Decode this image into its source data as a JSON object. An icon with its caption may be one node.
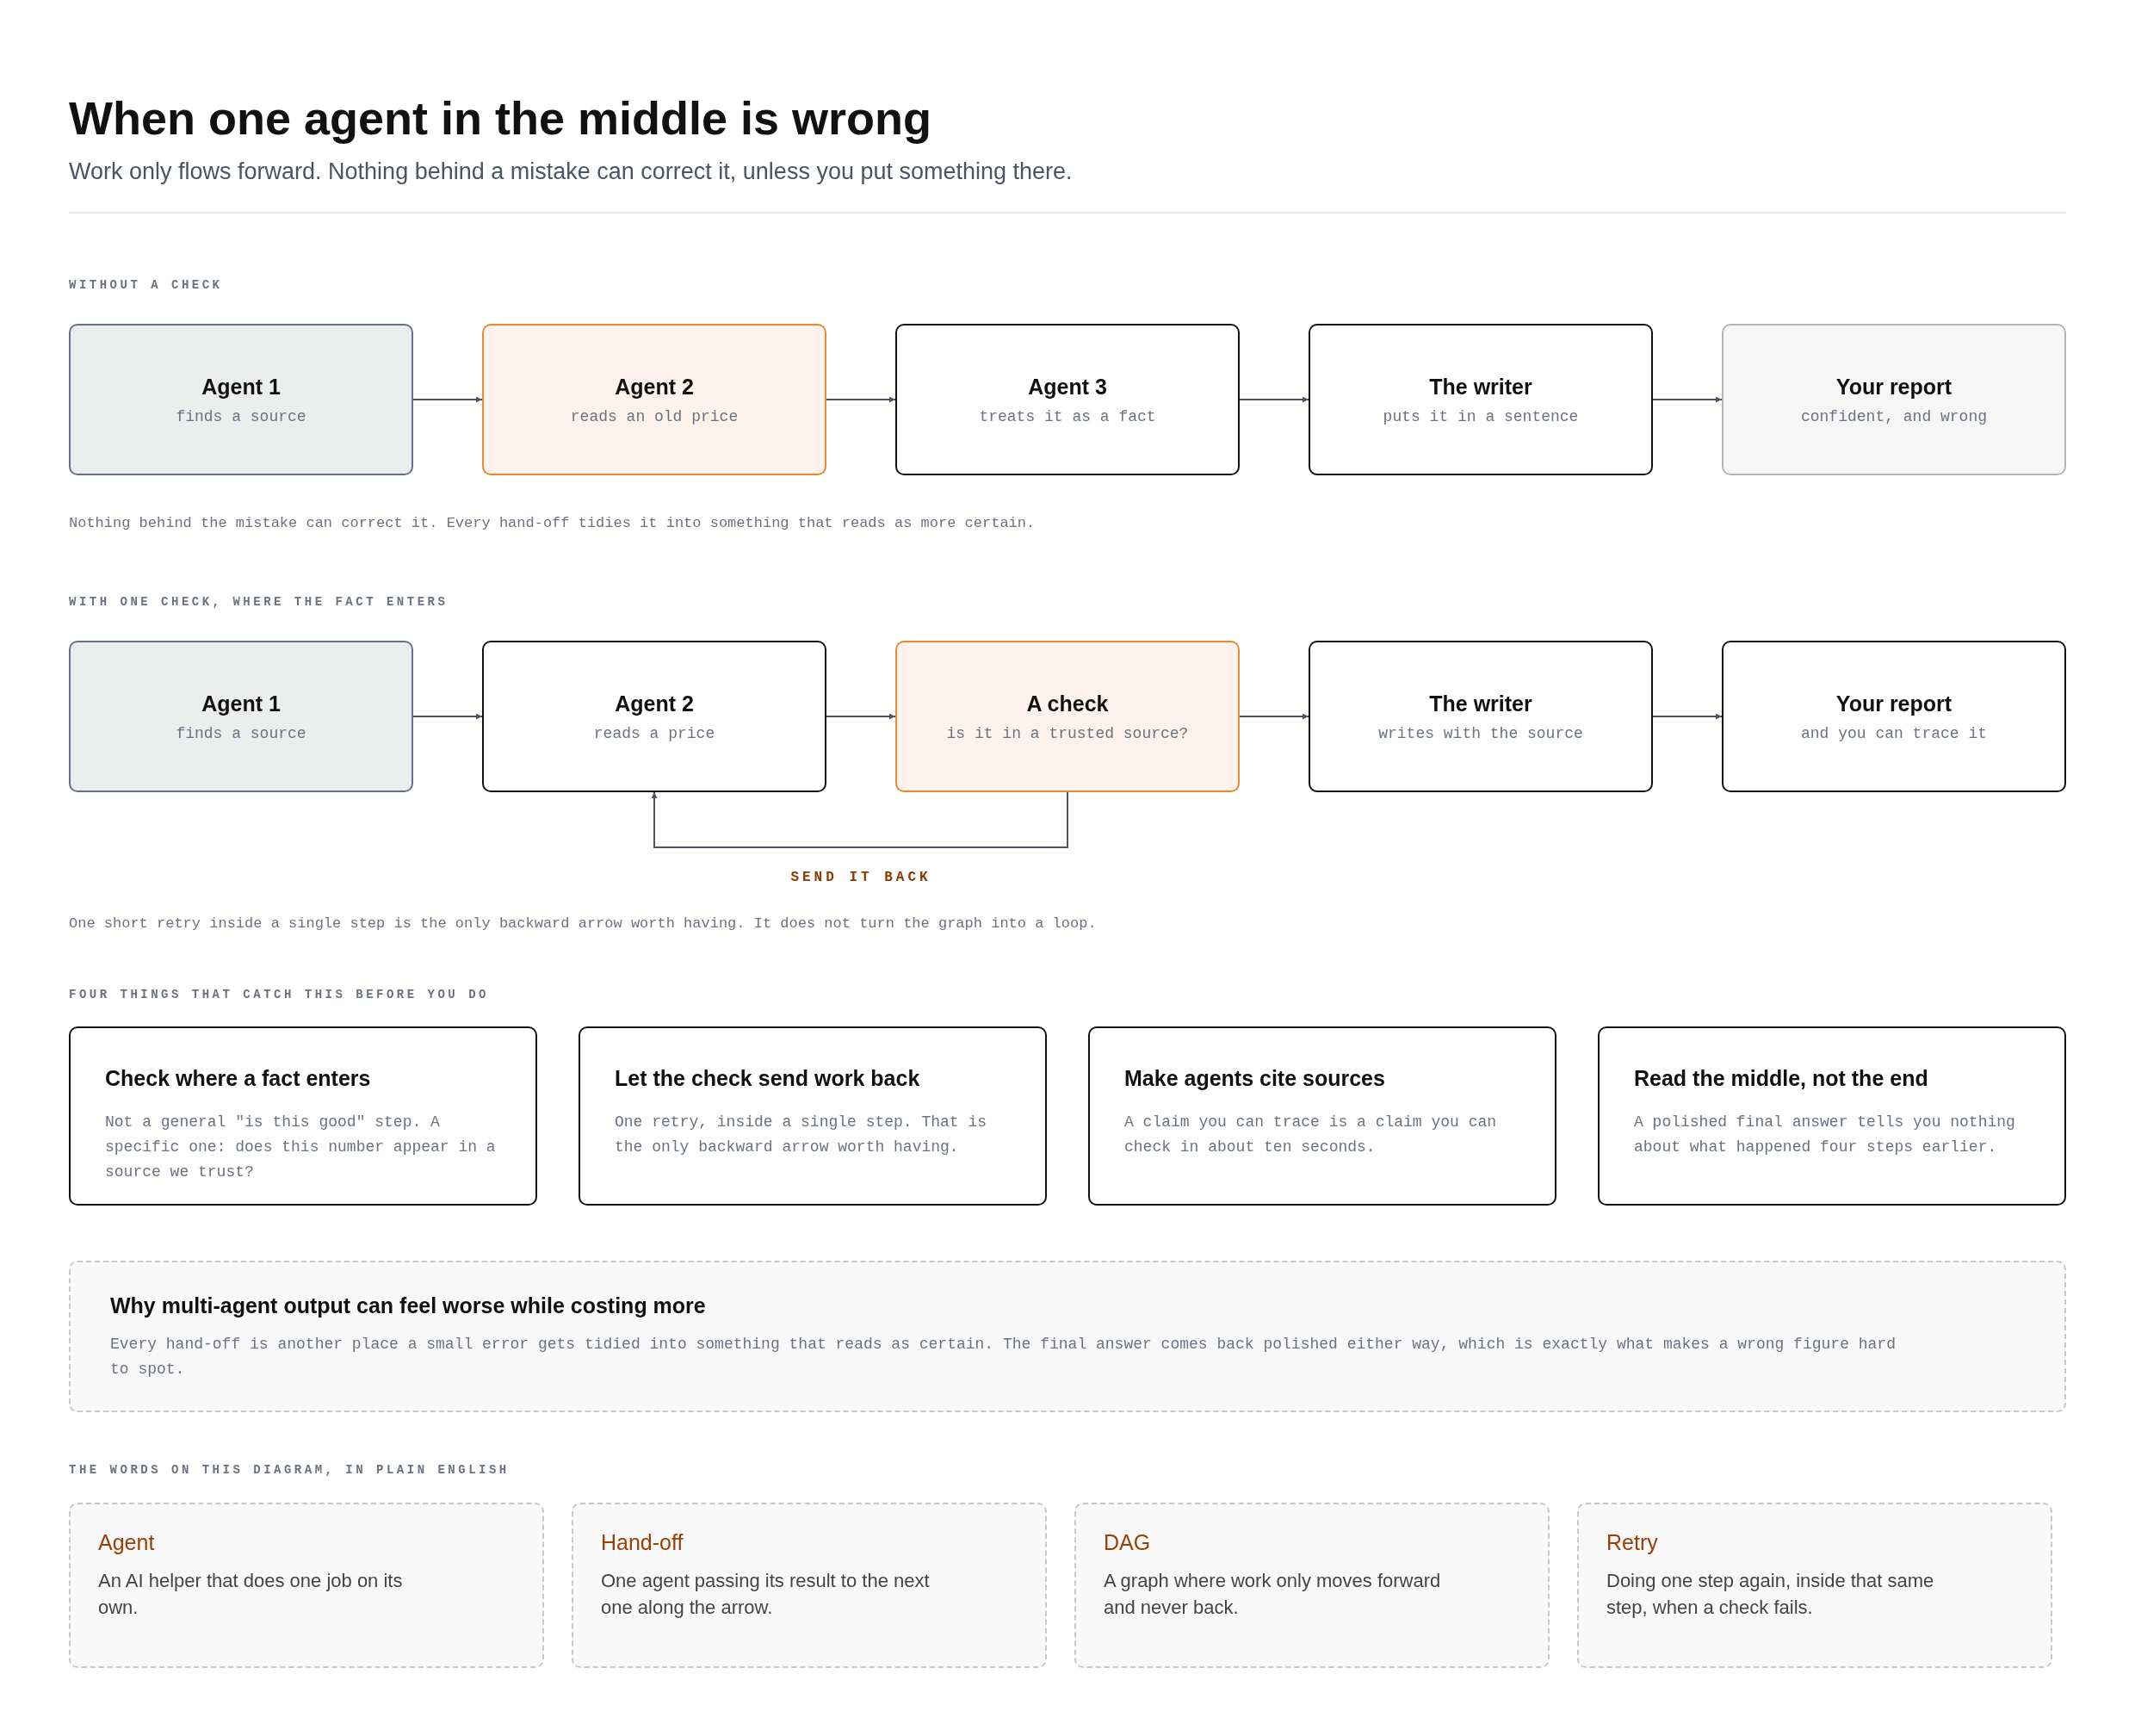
{
  "diagram": {
    "title": "When one agent in the middle is wrong",
    "nodes": [
      {
        "text": [
          "Agent 1",
          "finds a source"
        ]
      },
      {
        "text": [
          "Agent 2",
          "reads an old price"
        ]
      },
      {
        "text": [
          "Agent 3",
          "treats it as a fact"
        ]
      },
      {
        "text": [
          "The writer",
          "puts it in a sentence"
        ]
      },
      {
        "text": [
          "Your report",
          "confident, and wrong"
        ]
      },
      {
        "text": [
          "Agent 1",
          "finds a source"
        ]
      },
      {
        "text": [
          "Agent 2",
          "reads a price"
        ]
      },
      {
        "text": [
          "A check",
          "is it in a trusted source?"
        ]
      },
      {
        "text": [
          "The writer",
          "writes with the source"
        ]
      },
      {
        "text": [
          "Your report",
          "and you can trace it"
        ]
      },
      {
        "text": [
          "Check where a fact enters",
          "Not a general \"is this good\" step. A specific one: does this number appear in a source we trust?"
        ]
      },
      {
        "text": [
          "Let the check send work back",
          "One retry, inside a single step. That is the only backward arrow worth having."
        ]
      },
      {
        "text": [
          "Make agents cite sources",
          "A claim you can trace is a claim you can check in about ten seconds."
        ]
      },
      {
        "text": [
          "Read the middle, not the end",
          "A polished final answer tells you nothing about what happened four steps earlier."
        ]
      },
      {
        "text": [
          "Why multi-agent output can feel worse while costing more",
          "Every hand-off is another place a small error gets tidied into something that reads as certain. The final answer comes back polished either way, which is exactly what makes a wrong figure hard to spot."
        ]
      },
      {
        "text": [
          "Agent",
          "An AI helper that does one job on its own."
        ]
      },
      {
        "text": [
          "Hand-off",
          "One agent passing its result to the next one along the arrow."
        ]
      },
      {
        "text": [
          "DAG",
          "A graph where work only moves forward and never back."
        ]
      },
      {
        "text": [
          "Retry",
          "Doing one step again, inside that same step, when a check fails."
        ]
      }
    ],
    "edges": [
      {
        "from": 0,
        "to": 1,
        "arrow": "to"
      },
      {
        "from": 1,
        "to": 2,
        "arrow": "to"
      },
      {
        "from": 2,
        "to": 3,
        "arrow": "to"
      },
      {
        "from": 3,
        "to": 4,
        "arrow": "to"
      },
      {
        "from": 5,
        "to": 6,
        "arrow": "to"
      },
      {
        "from": 6,
        "to": 7,
        "arrow": "to"
      },
      {
        "from": 7,
        "to": 8,
        "arrow": "to"
      },
      {
        "from": 8,
        "to": 9,
        "arrow": "to"
      },
      {
        "from": 7,
        "to": 6,
        "arrow": "to",
        "label": "SEND IT BACK"
      }
    ],
    "labels": [
      "Work only flows forward. Nothing behind a mistake can correct it, unless you put something there.",
      "WITHOUT A CHECK",
      "Nothing behind the mistake can correct it. Every hand-off tidies it into something that reads as more certain.",
      "WITH ONE CHECK, WHERE THE FACT ENTERS",
      "One short retry inside a single step is the only backward arrow worth having. It does not turn the graph into a loop.",
      "FOUR THINGS THAT CATCH THIS BEFORE YOU DO",
      "THE WORDS ON THIS DIAGRAM, IN PLAIN ENGLISH"
    ]
  }
}
